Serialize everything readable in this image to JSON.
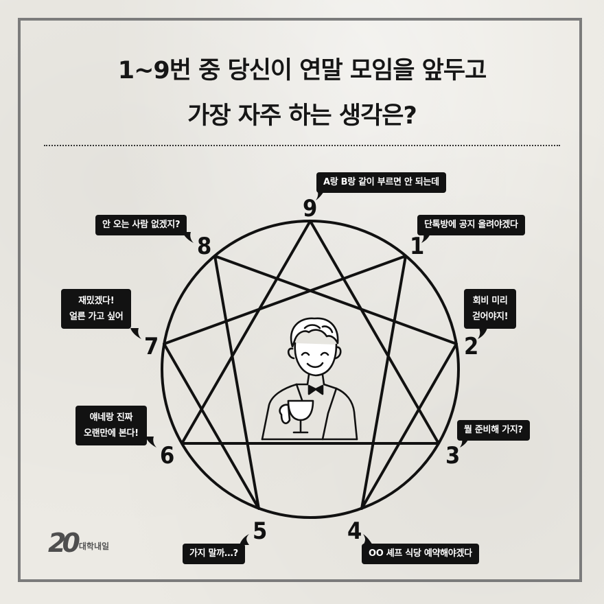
{
  "title": {
    "line1": "1~9번 중 당신이 연말 모임을 앞두고",
    "line2": "가장 자주 하는 생각은?"
  },
  "points": [
    {
      "num": "1",
      "text": "단톡방에 공지 올려야겠다"
    },
    {
      "num": "2",
      "line1": "회비 미리",
      "line2": "걷어야지!"
    },
    {
      "num": "3",
      "text": "뭘 준비해 가지?"
    },
    {
      "num": "4",
      "text": "OO 셰프 식당 예약해야겠다"
    },
    {
      "num": "5",
      "text": "가지 말까…?"
    },
    {
      "num": "6",
      "line1": "얘네랑 진짜",
      "line2": "오랜만에 본다!"
    },
    {
      "num": "7",
      "line1": "재밌겠다!",
      "line2": "얼른 가고 싶어"
    },
    {
      "num": "8",
      "text": "안 오는 사람 없겠지?"
    },
    {
      "num": "9",
      "text": "A랑 B랑 같이 부르면 안 되는데"
    }
  ],
  "logo": {
    "mark": "20",
    "name": "대학내일"
  },
  "colors": {
    "background": "#eceae4",
    "ink": "#121212",
    "frame": "#7b7b7b"
  }
}
